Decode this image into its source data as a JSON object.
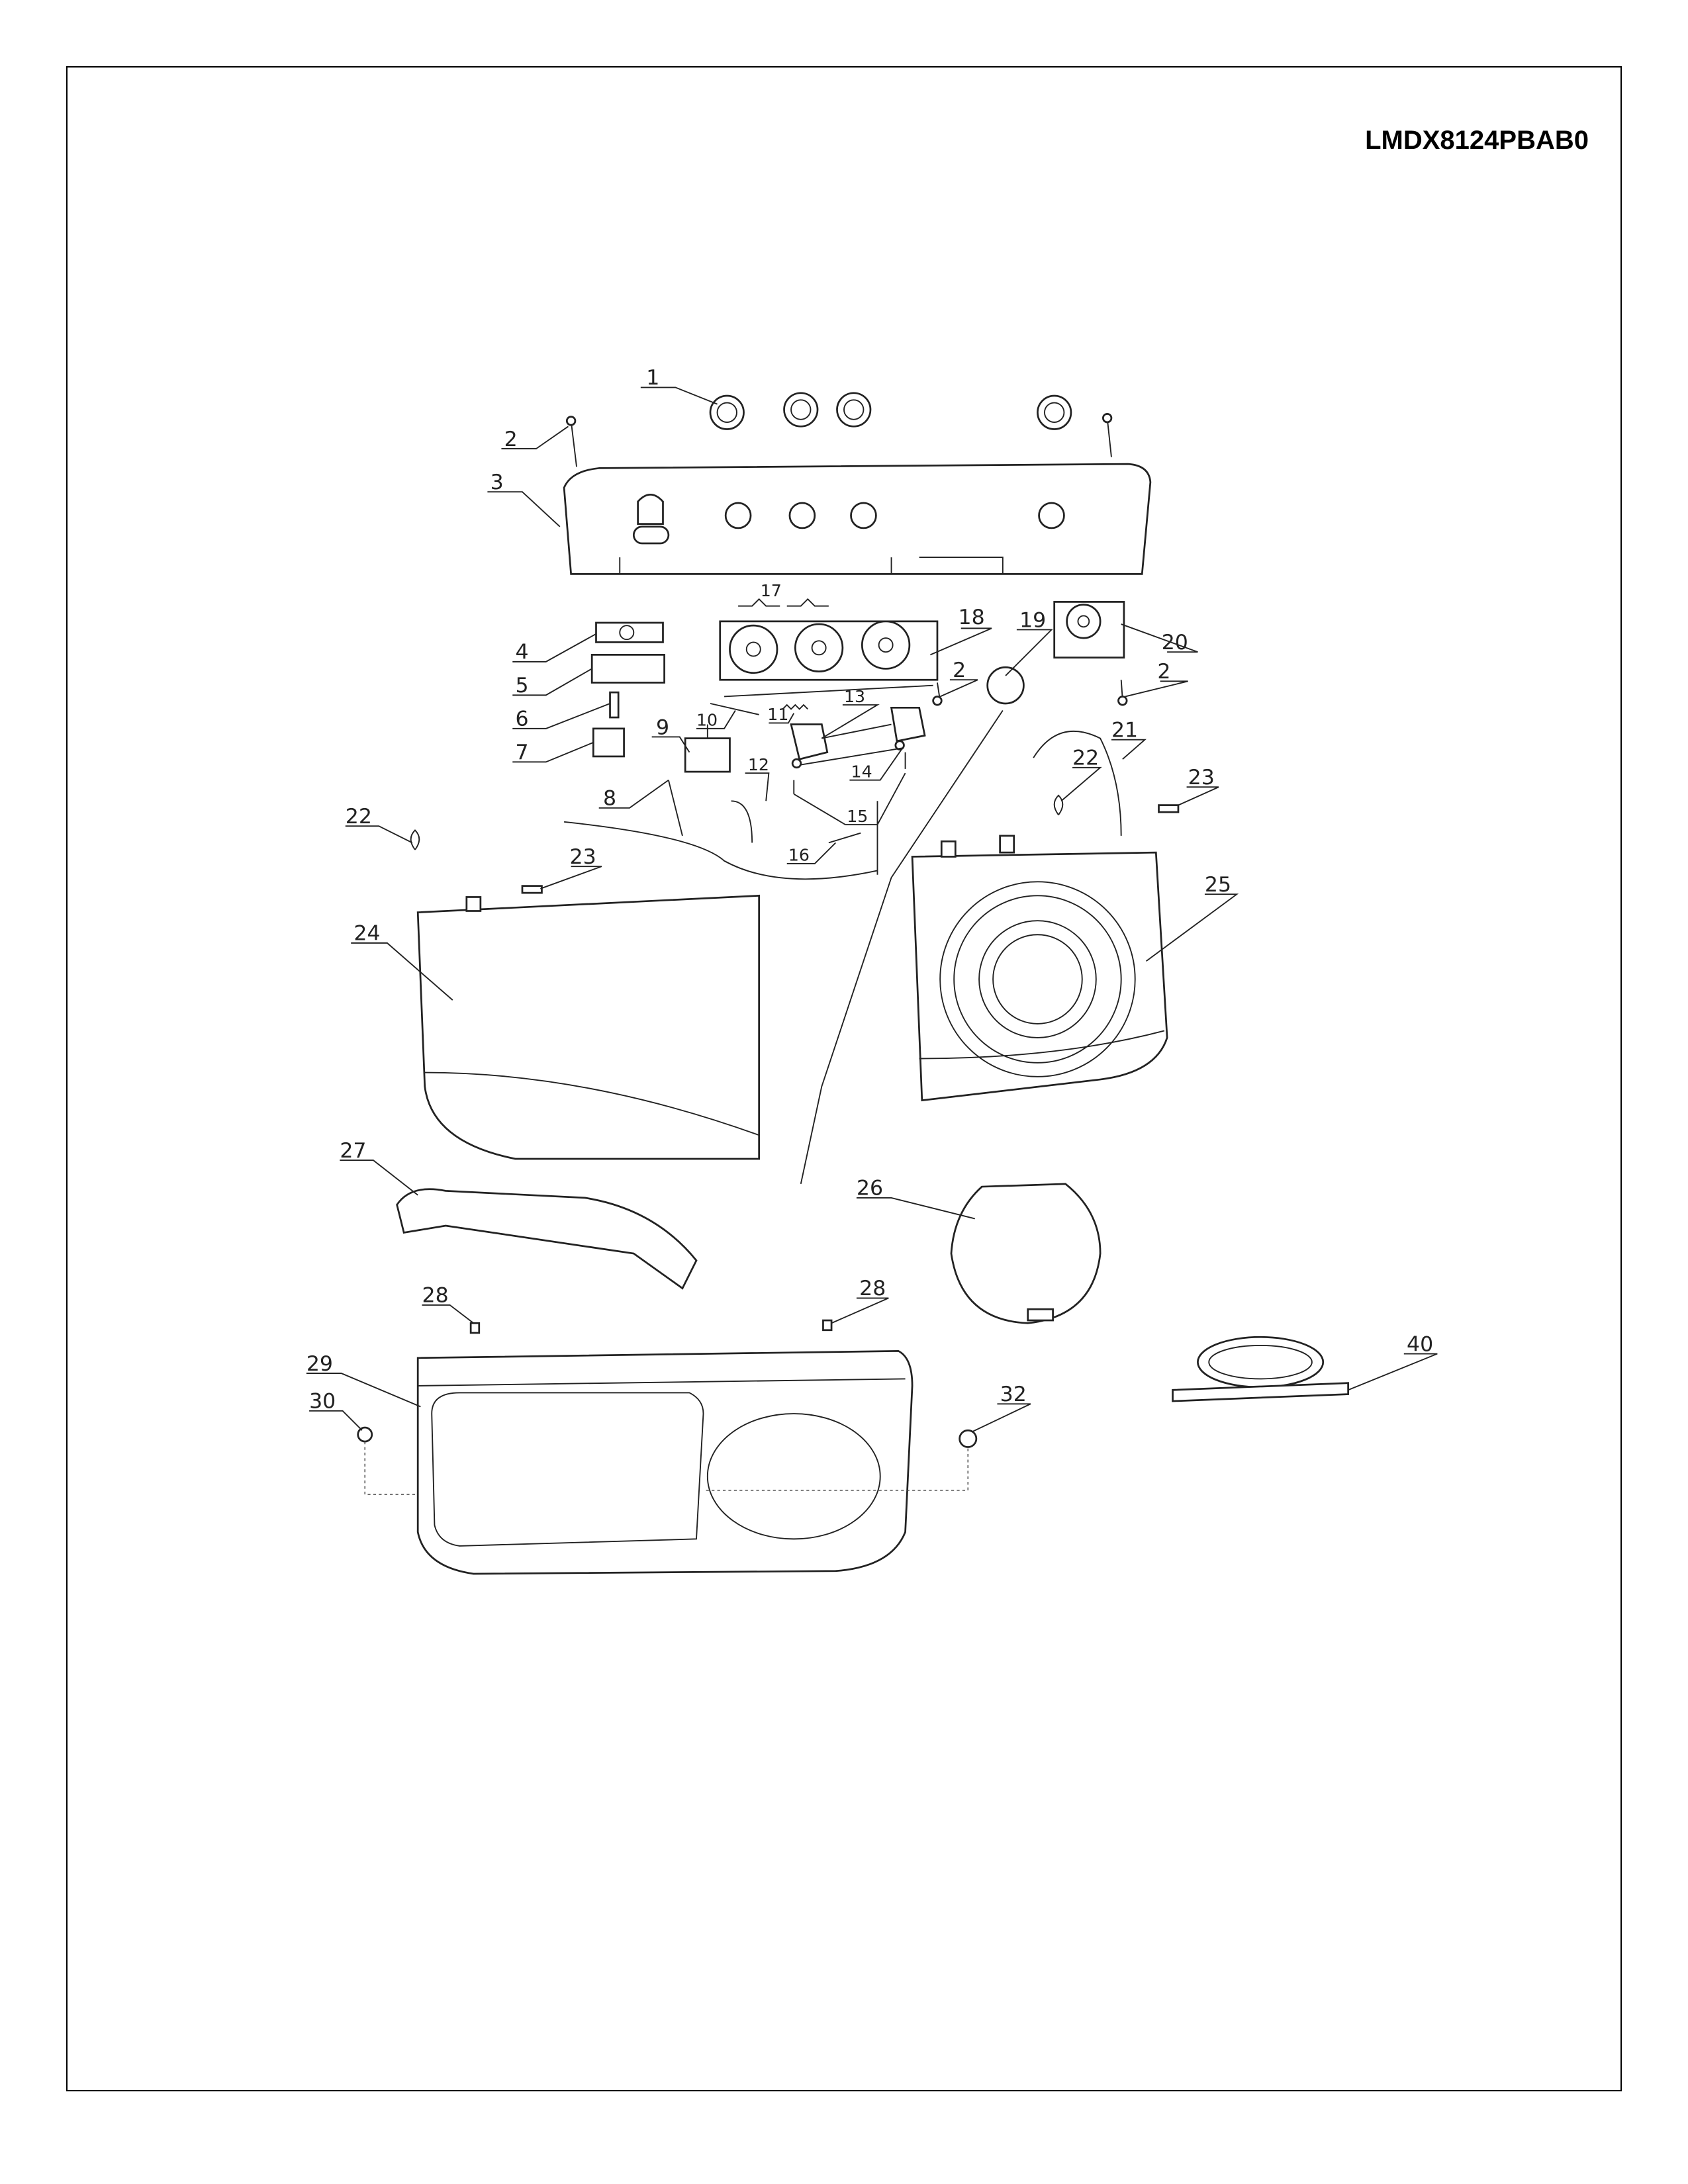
{
  "model_number": "LMDX8124PBAB0",
  "callouts": {
    "c1": "1",
    "c2a": "2",
    "c3": "3",
    "c4": "4",
    "c5": "5",
    "c6": "6",
    "c7": "7",
    "c8": "8",
    "c9": "9",
    "c10": "10",
    "c11": "11",
    "c12": "12",
    "c13": "13",
    "c14": "14",
    "c15": "15",
    "c16": "16",
    "c17": "17",
    "c18": "18",
    "c19": "19",
    "c2b": "2",
    "c20": "20",
    "c2c": "2",
    "c21": "21",
    "c22a": "22",
    "c23a": "23",
    "c22b": "22",
    "c23b": "23",
    "c24": "24",
    "c25": "25",
    "c26": "26",
    "c27": "27",
    "c28a": "28",
    "c28b": "28",
    "c29": "29",
    "c30": "30",
    "c32": "32",
    "c40": "40"
  }
}
